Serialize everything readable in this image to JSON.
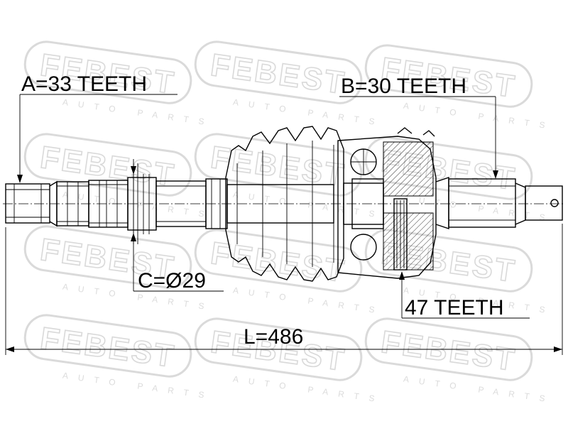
{
  "labels": {
    "a": "A=33 TEETH",
    "b": "B=30 TEETH",
    "c": "C=Ø29",
    "abs": "47 TEETH",
    "length": "L=486"
  },
  "watermark": {
    "brand": "FEBEST",
    "sub": "AUTO PARTS"
  },
  "colors": {
    "line": "#000000",
    "watermark": "#d9d9d9",
    "background": "#ffffff"
  }
}
